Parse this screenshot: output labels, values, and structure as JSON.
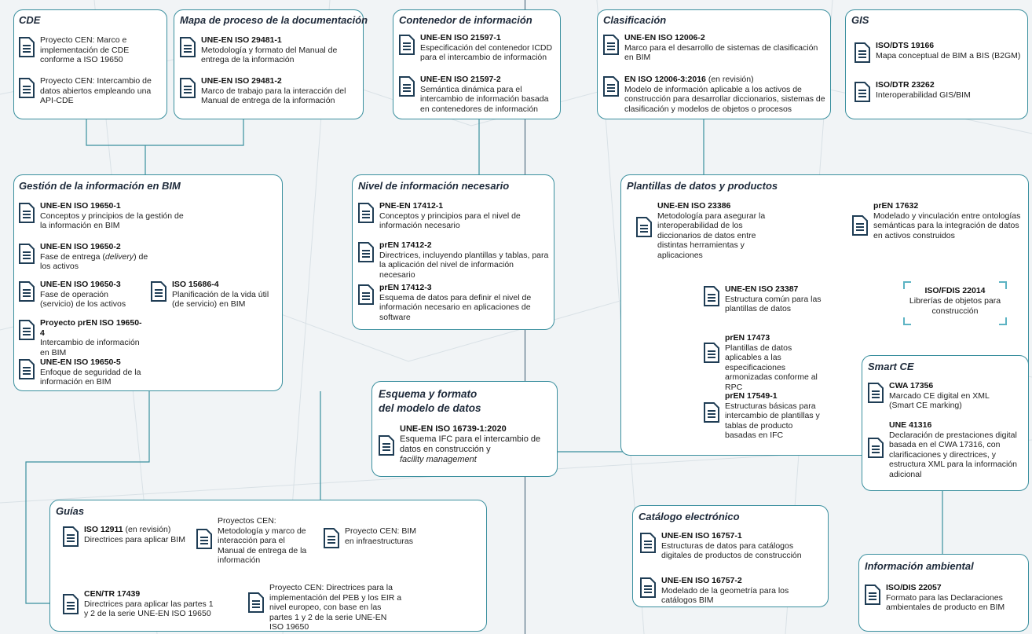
{
  "colors": {
    "border": "#3a8f9e",
    "background": "#f1f4f6",
    "icon": "#1f3d55"
  },
  "icon_name": "document-icon",
  "cde": {
    "title": "CDE",
    "items": [
      {
        "text": "Proyecto CEN: Marco e implementación de CDE conforme a ISO 19650"
      },
      {
        "text": "Proyecto CEN: Intercambio de datos abiertos empleando una API-CDE"
      }
    ]
  },
  "mapa": {
    "title": "Mapa de proceso de la documentación",
    "items": [
      {
        "code": "UNE-EN ISO 29481-1",
        "text": "Metodología y formato del Manual de entrega de la información"
      },
      {
        "code": "UNE-EN ISO  29481-2",
        "text": "Marco de trabajo para la interacción del Manual de entrega de la información"
      }
    ]
  },
  "contenedor": {
    "title": "Contenedor de información",
    "items": [
      {
        "code": "UNE-EN ISO 21597-1",
        "text": "Especificación del contenedor ICDD para el intercambio de información"
      },
      {
        "code": "UNE-EN ISO 21597-2",
        "text": "Semántica dinámica para el intercambio de información basada en contenedores de información"
      }
    ]
  },
  "clasificacion": {
    "title": "Clasificación",
    "items": [
      {
        "code": "UNE-EN ISO 12006-2",
        "text": "Marco para el desarrollo de sistemas de clasificación en BIM"
      },
      {
        "code": "EN ISO 12006-3:2016",
        "suffix": " (en revisión)",
        "text": "Modelo de información aplicable a los activos de construcción para desarrollar diccionarios, sistemas de clasificación y modelos de objetos o procesos"
      }
    ]
  },
  "gis": {
    "title": "GIS",
    "items": [
      {
        "code": "ISO/DTS 19166",
        "text": "Mapa conceptual de BIM a BIS (B2GM)"
      },
      {
        "code": "ISO/DTR 23262",
        "text": "Interoperabilidad GIS/BIM"
      }
    ]
  },
  "gestion": {
    "title": "Gestión de la información en BIM",
    "items": [
      {
        "code": "UNE-EN ISO 19650-1",
        "text": "Conceptos y principios de la gestión de la información en BIM"
      },
      {
        "code": "UNE-EN ISO 19650-2",
        "text_before": "Fase de entrega (",
        "italic": "delivery",
        "text_after": ") de los activos"
      },
      {
        "code": "UNE-EN ISO 19650-3",
        "text": "Fase de operación (servicio) de los activos"
      },
      {
        "code": "Proyecto prEN ISO 19650-4",
        "text": "Intercambio de información en BIM"
      },
      {
        "code": "UNE-EN ISO 19650-5",
        "text": "Enfoque de seguridad de la información en BIM"
      }
    ],
    "side": {
      "code": "ISO 15686-4",
      "text": "Planificación de la vida útil (de servicio) en BIM"
    }
  },
  "nivel": {
    "title": "Nivel de información necesario",
    "items": [
      {
        "code": "PNE-EN 17412-1",
        "text": "Conceptos y principios para el nivel de información necesario"
      },
      {
        "code": "prEN 17412-2",
        "text": "Directrices, incluyendo plantillas y tablas, para la aplicación del nivel de información necesario"
      },
      {
        "code": "prEN 17412-3",
        "text": "Esquema de datos para definir el nivel de información necesario en aplicaciones de software"
      }
    ]
  },
  "plantillas": {
    "title": "Plantillas de datos y productos",
    "items": [
      {
        "code": "UNE-EN ISO 23386",
        "text": "Metodología para asegurar la interoperabilidad de los diccionarios de datos entre distintas herramientas y aplicaciones"
      },
      {
        "code": "prEN 17632",
        "text": "Modelado y vinculación entre ontologías semánticas para la integración de datos en activos construidos"
      },
      {
        "code": "UNE-EN ISO 23387",
        "text": "Estructura común para las plantillas de datos"
      },
      {
        "code": "prEN 17473",
        "text": "Plantillas de datos aplicables a las especificaciones armonizadas conforme al RPC"
      },
      {
        "code": "prEN 17549-1",
        "text": "Estructuras básicas para intercambio de plantillas y tablas de producto basadas en IFC"
      }
    ],
    "fdis": {
      "code": "ISO/FDIS 22014",
      "text": "Librerías de objetos para construcción"
    }
  },
  "esquema": {
    "title_line1": "Esquema y formato",
    "title_line2": "del modelo de datos",
    "code": "UNE-EN ISO 16739-1:2020",
    "text": "Esquema IFC para el intercambio de datos en construcción y",
    "italic": "facility management"
  },
  "smartce": {
    "title": "Smart CE",
    "items": [
      {
        "code": "CWA 17356",
        "text": "Marcado CE digital en XML (Smart CE marking)"
      },
      {
        "code": "UNE 41316",
        "text": "Declaración de prestaciones digital basada en el CWA 17316, con clarificaciones y directrices, y estructura XML para la información adicional"
      }
    ]
  },
  "guias": {
    "title": "Guías",
    "items": [
      {
        "code": "ISO 12911",
        "suffix": " (en revisión)",
        "text": "Directrices para aplicar BIM"
      },
      {
        "text": "Proyectos CEN: Metodología y marco de interacción para el Manual de entrega de la información"
      },
      {
        "text": "Proyecto CEN: BIM en infraestructuras"
      },
      {
        "code": "CEN/TR 17439",
        "text": "Directrices para aplicar las partes 1 y 2 de la serie UNE-EN ISO 19650"
      },
      {
        "text": "Proyecto CEN: Directrices para la implementación del PEB y los EIR a nivel europeo, con base en las partes 1 y 2 de la serie UNE-EN ISO 19650"
      }
    ]
  },
  "catalogo": {
    "title": "Catálogo electrónico",
    "items": [
      {
        "code": "UNE-EN ISO 16757-1",
        "text": "Estructuras de datos para catálogos digitales de productos de construcción"
      },
      {
        "code": "UNE-EN ISO 16757-2",
        "text": "Modelado de la geometría para los catálogos BIM"
      }
    ]
  },
  "ambiental": {
    "title": "Información ambiental",
    "items": [
      {
        "code": "ISO/DIS 22057",
        "text": "Formato para las Declaraciones ambientales de producto en BIM"
      }
    ]
  }
}
